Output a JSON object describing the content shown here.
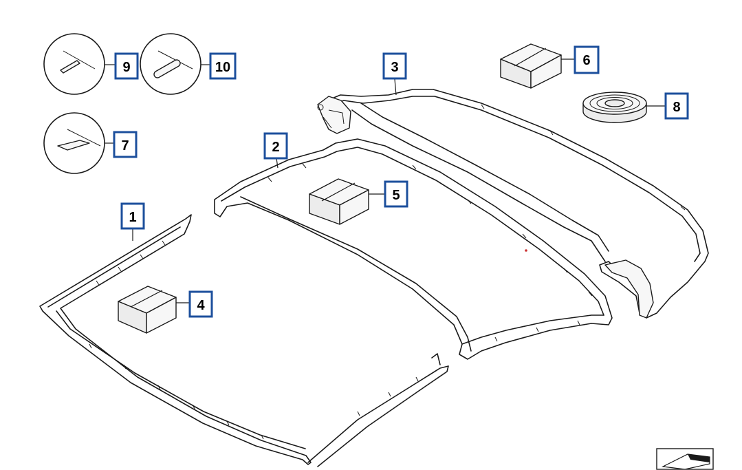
{
  "parts": [
    {
      "id": "part-1",
      "label": "1"
    },
    {
      "id": "part-2",
      "label": "2"
    },
    {
      "id": "part-3",
      "label": "3"
    },
    {
      "id": "part-4",
      "label": "4"
    },
    {
      "id": "part-5",
      "label": "5"
    },
    {
      "id": "part-6",
      "label": "6"
    },
    {
      "id": "part-7",
      "label": "7"
    },
    {
      "id": "part-8",
      "label": "8"
    },
    {
      "id": "part-9",
      "label": "9"
    },
    {
      "id": "part-10",
      "label": "10"
    }
  ],
  "colors": {
    "label_border": "#1c4f9c",
    "line": "#1a1a1a",
    "marker": "#cc3333"
  }
}
